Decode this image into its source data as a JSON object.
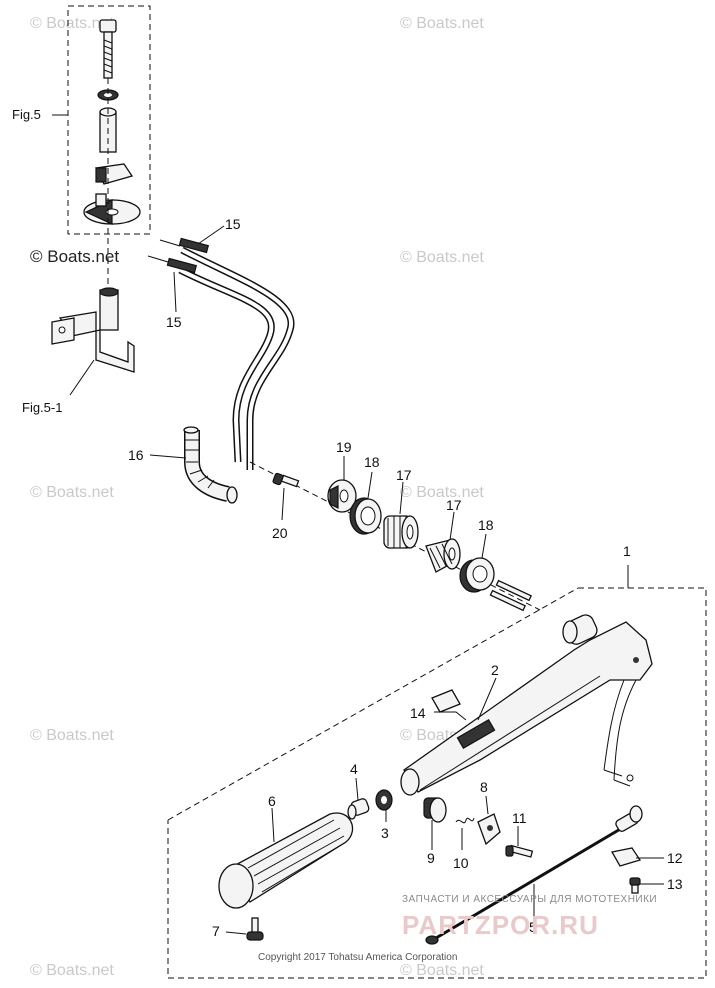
{
  "callouts": {
    "p1": "1",
    "p2": "2",
    "p3": "3",
    "p4": "4",
    "p5": "5",
    "p6": "6",
    "p7": "7",
    "p8": "8",
    "p9": "9",
    "p10": "10",
    "p11": "11",
    "p12": "12",
    "p13": "13",
    "p14": "14",
    "p15a": "15",
    "p15b": "15",
    "p16": "16",
    "p17a": "17",
    "p17b": "17",
    "p18a": "18",
    "p18b": "18",
    "p19": "19",
    "p20": "20"
  },
  "figure_refs": {
    "fig5": "Fig.5",
    "fig5_1": "Fig.5-1"
  },
  "watermarks": {
    "text": "© Boats.net",
    "prominent": "© Boats.net"
  },
  "copyright": "Copyright 2017 Tohatsu America Corporation",
  "shop_banner": {
    "line1": "ЗАПЧАСТИ И АКСЕССУАРЫ ДЛЯ МОТОТЕХНИКИ",
    "line2": "PARTZPOR.RU"
  }
}
